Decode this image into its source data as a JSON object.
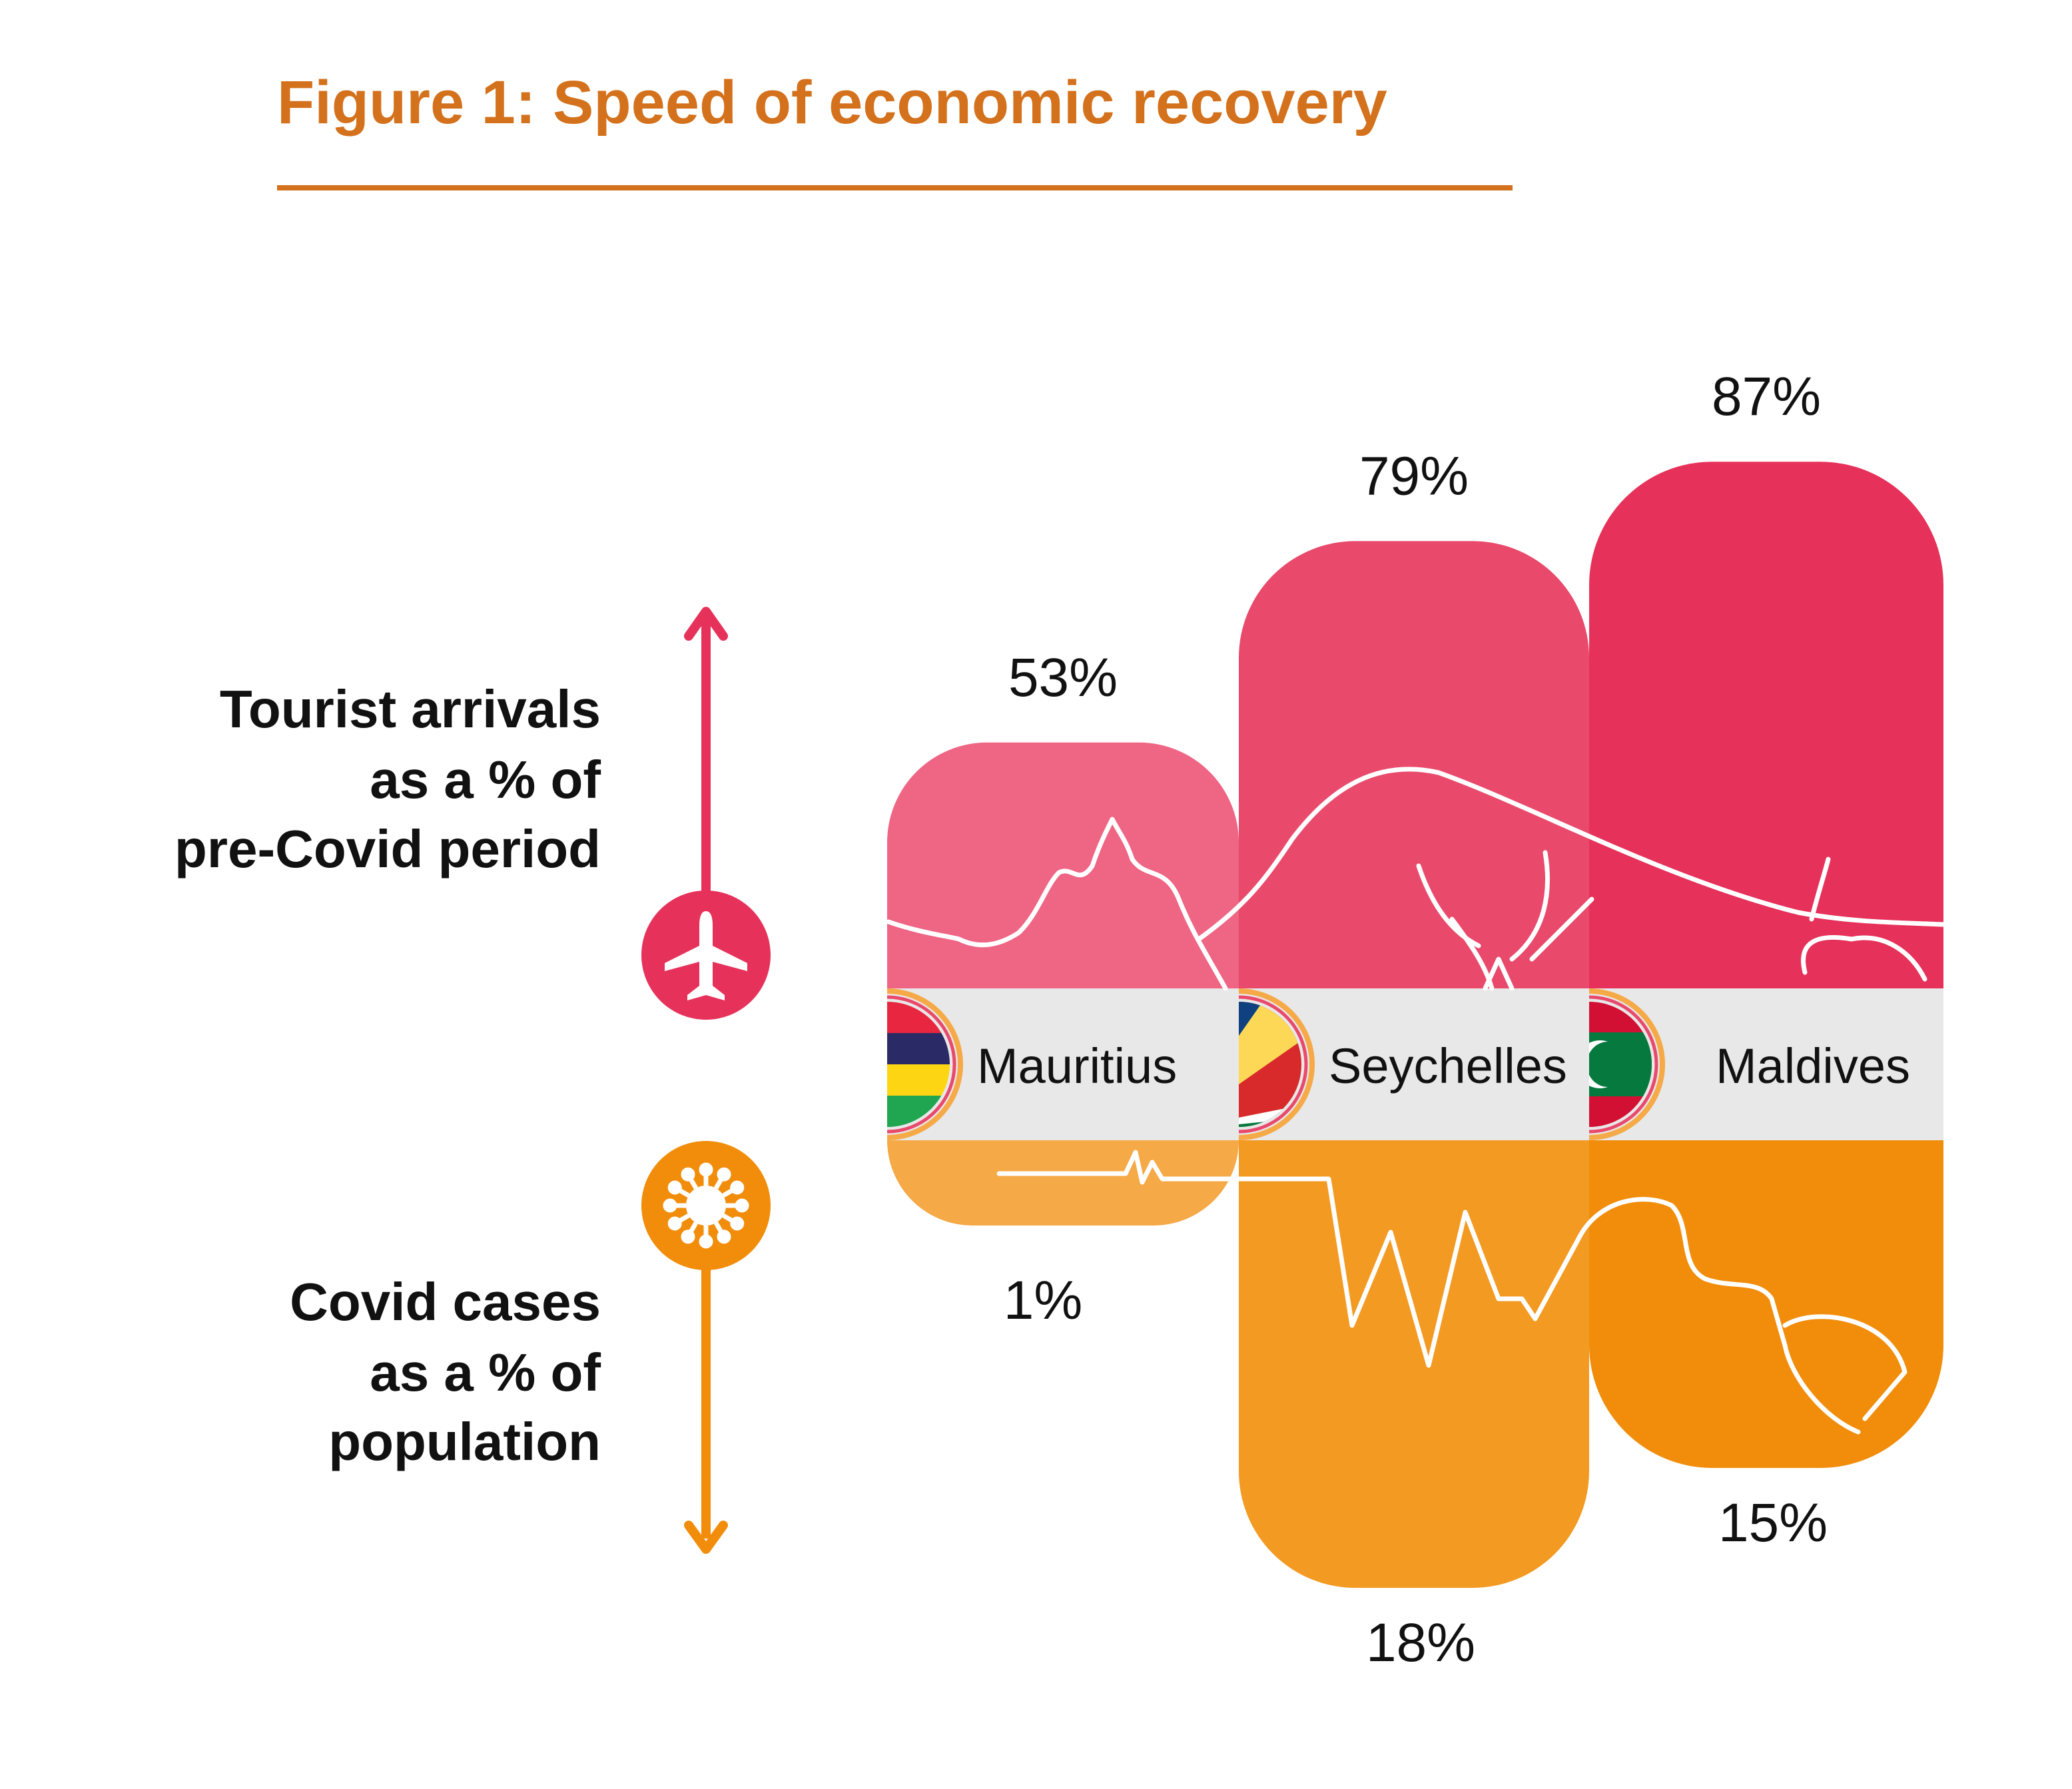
{
  "chart_data": {
    "type": "bar",
    "title": "Figure 1: Speed of economic recovery",
    "categories": [
      "Mauritius",
      "Seychelles",
      "Maldives"
    ],
    "series": [
      {
        "name": "Tourist arrivals as a % of pre-Covid period",
        "direction": "up",
        "values": [
          53,
          79,
          87
        ],
        "labels": [
          "53%",
          "79%",
          "87%"
        ],
        "colors": [
          "#ef6584",
          "#e94a6c",
          "#e6325a"
        ]
      },
      {
        "name": "Covid cases as a % of population",
        "direction": "down",
        "values": [
          1,
          18,
          15
        ],
        "labels": [
          "1%",
          "18%",
          "15%"
        ],
        "colors": [
          "#f5a947",
          "#f39a22",
          "#f18d0b"
        ]
      }
    ],
    "legend": {
      "top_lines": [
        "Tourist arrivals",
        "as a % of",
        "pre-Covid period"
      ],
      "bottom_lines": [
        "Covid cases",
        "as a % of",
        "population"
      ],
      "top_icon": "airplane-icon",
      "bottom_icon": "virus-icon"
    },
    "accent": "#d4711c",
    "band_color": "#e8e8e8"
  }
}
